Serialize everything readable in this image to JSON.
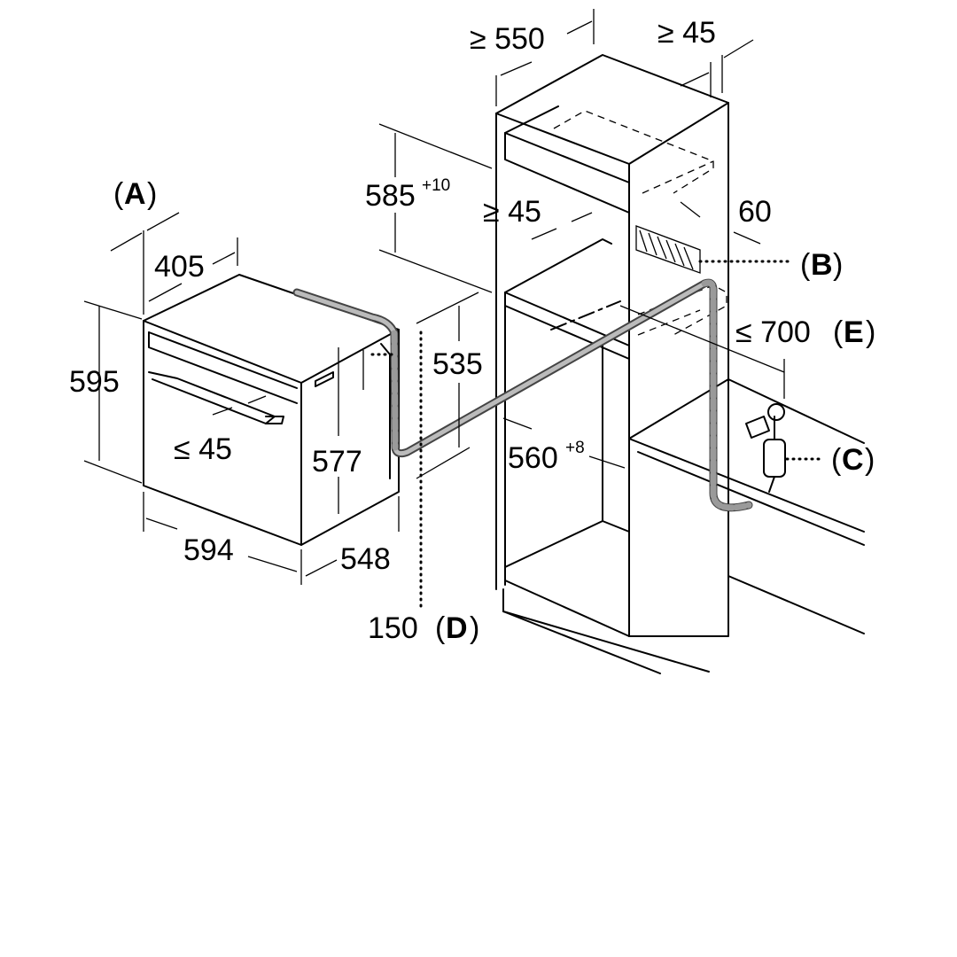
{
  "title": "Built-in oven installation dimensions",
  "dimensions": {
    "cab_depth": "≥ 550",
    "top_gap": "≥ 45",
    "mid_height": "585",
    "mid_height_tol": "+10",
    "vent_gap": "≥ 45",
    "plinth_60": "60",
    "niche_width": "560",
    "niche_width_tol": "+8",
    "oven_height": "595",
    "oven_width": "594",
    "oven_depth": "548",
    "oven_depth_back": "405",
    "body_height": "577",
    "inner_height": "535",
    "door_gap": "≤ 45",
    "cable_length": "≤ 700",
    "socket_distance": "150"
  },
  "callouts": {
    "A": "A",
    "B": "B",
    "C": "C",
    "D": "D",
    "E": "E"
  },
  "colors": {
    "line": "#000000",
    "hose": "#9a9a9a",
    "background": "#ffffff"
  }
}
